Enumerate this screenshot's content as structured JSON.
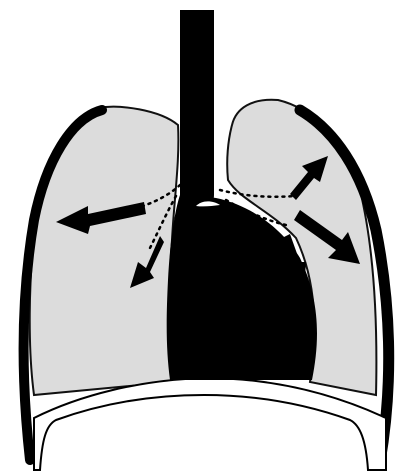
{
  "diagram": {
    "colors": {
      "background": "#ffffff",
      "lung_fill": "#dcdcdc",
      "lung_outline": "#111111",
      "dark": "#000000",
      "diaphragm_fill": "#ffffff",
      "dotted_lines": "#000000"
    },
    "elements": [
      "trachea",
      "left-lung",
      "right-lung",
      "heart",
      "chest-wall-left",
      "chest-wall-right",
      "diaphragm",
      "airflow-arrows",
      "bronchi-dotted-lines"
    ]
  }
}
